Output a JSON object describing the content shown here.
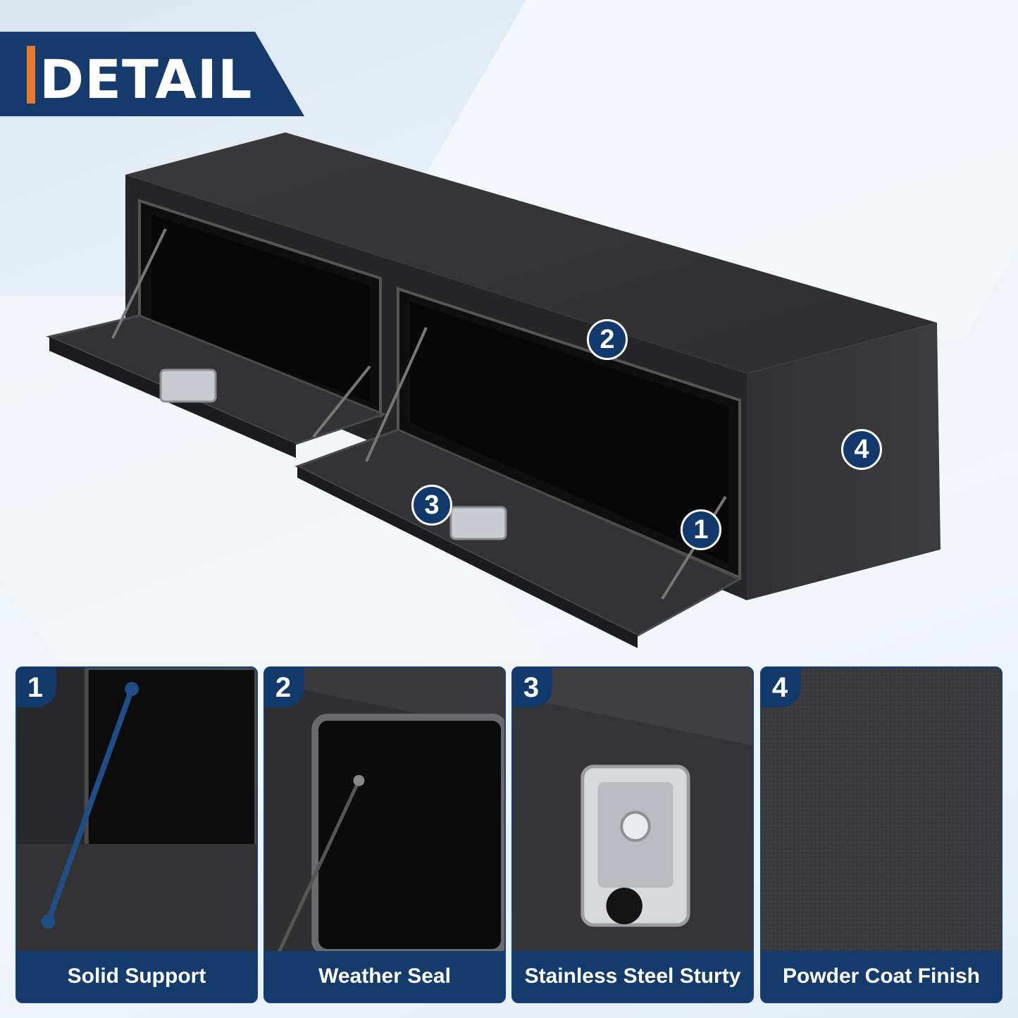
{
  "header": {
    "title": "DETAIL"
  },
  "markers": [
    "1",
    "2",
    "3",
    "4"
  ],
  "features": [
    {
      "number": "1",
      "label": "Solid Support",
      "icon": "gas-strut-icon"
    },
    {
      "number": "2",
      "label": "Weather Seal",
      "icon": "seal-icon"
    },
    {
      "number": "3",
      "label": "Stainless Steel Sturty",
      "icon": "t-handle-latch-icon"
    },
    {
      "number": "4",
      "label": "Powder Coat Finish",
      "icon": "texture-icon"
    }
  ],
  "colors": {
    "navy": "#143b6c",
    "accent_orange": "#e8782a",
    "box_black": "#2a2a2c"
  }
}
